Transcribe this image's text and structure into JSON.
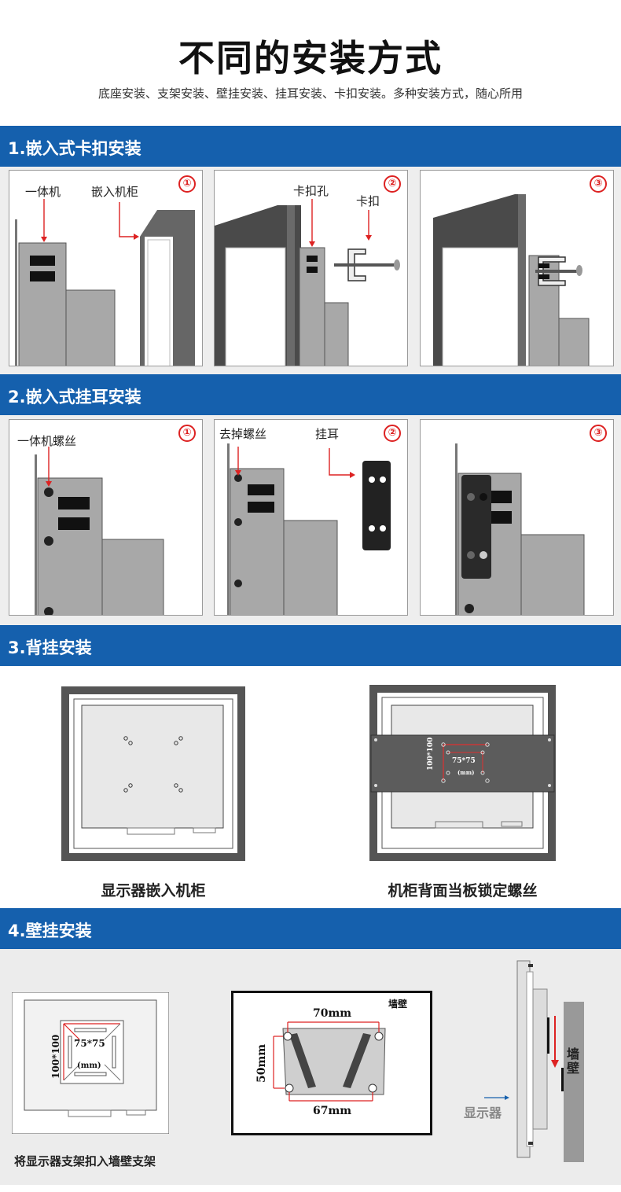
{
  "header": {
    "title": "不同的安装方式",
    "subtitle": "底座安装、支架安装、壁挂安装、挂耳安装、卡扣安装。多种安装方式，随心所用"
  },
  "sections": [
    {
      "title": "1.嵌入式卡扣安装",
      "panels": [
        {
          "step": "①",
          "labels": [
            "一体机",
            "嵌入机柜"
          ]
        },
        {
          "step": "②",
          "labels": [
            "卡扣孔",
            "卡扣"
          ]
        },
        {
          "step": "③",
          "labels": []
        }
      ]
    },
    {
      "title": "2.嵌入式挂耳安装",
      "panels": [
        {
          "step": "①",
          "labels": [
            "一体机螺丝"
          ]
        },
        {
          "step": "②",
          "labels": [
            "去掉螺丝",
            "挂耳"
          ]
        },
        {
          "step": "③",
          "labels": []
        }
      ]
    },
    {
      "title": "3.背挂安装",
      "captions": [
        "显示器嵌入机柜",
        "机柜背面当板锁定螺丝"
      ],
      "plate_labels": {
        "vertical": "100*100",
        "inner": "75*75",
        "unit": "(mm)"
      }
    },
    {
      "title": "4.壁挂安装",
      "caption": "将显示器支架扣入墙壁支架",
      "vesa": {
        "vertical": "100*100",
        "inner": "75*75",
        "unit": "(mm)"
      },
      "bracket": {
        "wall": "墙壁",
        "top": "70mm",
        "left": "50mm",
        "bottom": "67mm"
      },
      "side": {
        "monitor": "显示器",
        "wall": "墙壁"
      }
    }
  ],
  "colors": {
    "band": "#1560ad",
    "accent_red": "#d22222",
    "panel_gray": "#a8a8a8",
    "frame_dark": "#555555"
  }
}
